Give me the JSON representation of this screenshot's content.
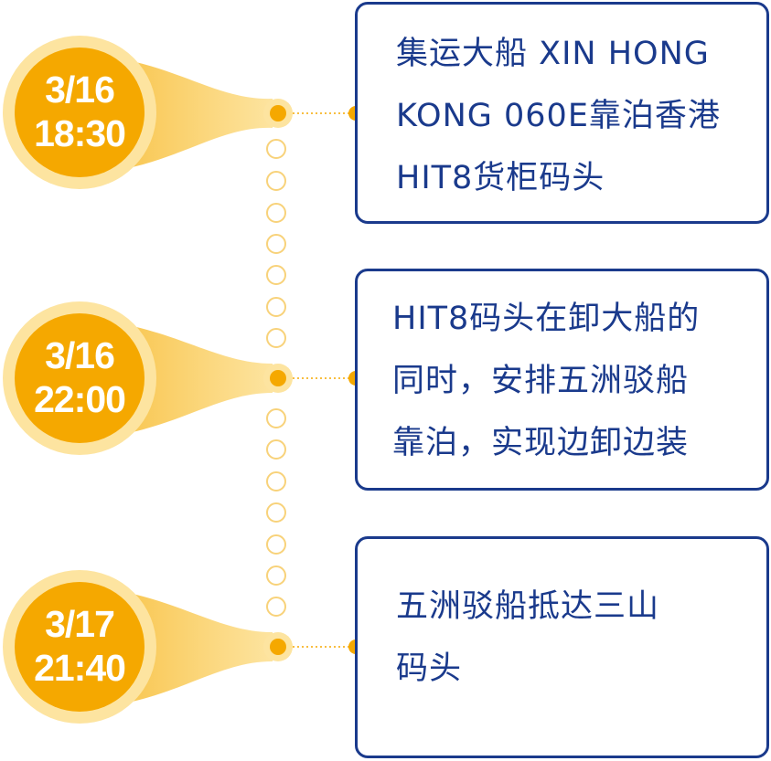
{
  "colors": {
    "marker_orange": "#F5A800",
    "marker_light": "#FDE9B0",
    "card_border": "#1a3a8c",
    "text_blue": "#1a3a8c"
  },
  "events": [
    {
      "date": "3/16",
      "time": "18:30",
      "lines": [
        "集运大船 XIN HONG",
        "KONG 060E靠泊香港",
        "HIT8货柜码头"
      ]
    },
    {
      "date": "3/16",
      "time": "22:00",
      "lines": [
        "HIT8码头在卸大船的",
        "同时，安排五洲驳船",
        "靠泊，实现边卸边装"
      ]
    },
    {
      "date": "3/17",
      "time": "21:40",
      "lines": [
        "五洲驳船抵达三山",
        "码头"
      ]
    }
  ]
}
